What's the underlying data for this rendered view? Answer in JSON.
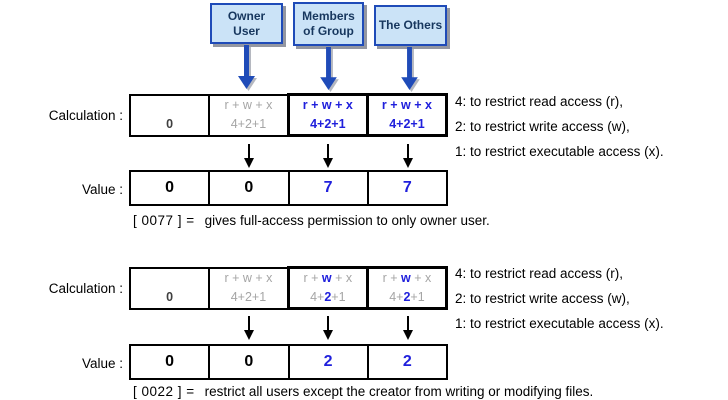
{
  "colors": {
    "box_fill": "#CBE3F7",
    "box_border": "#1F4BB8",
    "box_text": "#17375E",
    "blue_arrow": "#1F4BB8",
    "black_arrow": "#000000",
    "highlight_text": "#2020DC",
    "gray_text": "#A5A5A5",
    "table_border": "#000000",
    "background": "#FFFFFF"
  },
  "icons": {
    "blue_down_arrow": "↓",
    "black_down_arrow": "↓"
  },
  "title_boxes": [
    {
      "lines": [
        "Owner",
        "User"
      ]
    },
    {
      "lines": [
        "Members",
        "of Group"
      ]
    },
    {
      "lines": [
        "The Others"
      ]
    }
  ],
  "notes": [
    "4: to restrict read access (r),",
    "2: to restrict write access (w),",
    "1: to restrict executable access (x)."
  ],
  "diagrams": [
    {
      "calc_label": "Calculation :",
      "value_label": "Value :",
      "calc_cells": {
        "c1_bottom": "0",
        "c2_top": "r + w + x",
        "c2_bottom": "4+2+1",
        "c3_top": "r + w + x",
        "c3_bottom": "4+2+1",
        "c4_top": "r + w + x",
        "c4_bottom": "4+2+1"
      },
      "value_cells": [
        "0",
        "0",
        "7",
        "7"
      ],
      "caption_code": "[ 0077 ] =",
      "caption_text": "gives full-access permission to only owner user."
    },
    {
      "calc_label": "Calculation :",
      "value_label": "Value :",
      "calc_cells": {
        "c1_bottom": "0",
        "c2_top": "r + w + x",
        "c2_bottom": "4+2+1",
        "c3_top_parts": [
          "r + ",
          "w",
          " + x"
        ],
        "c3_bottom_parts": [
          "4+",
          "2",
          "+1"
        ],
        "c4_top_parts": [
          "r + ",
          "w",
          " + x"
        ],
        "c4_bottom_parts": [
          "4+",
          "2",
          "+1"
        ]
      },
      "value_cells": [
        "0",
        "0",
        "2",
        "2"
      ],
      "caption_code": "[ 0022 ] =",
      "caption_text": "restrict all users except the creator from writing or modifying files."
    }
  ]
}
